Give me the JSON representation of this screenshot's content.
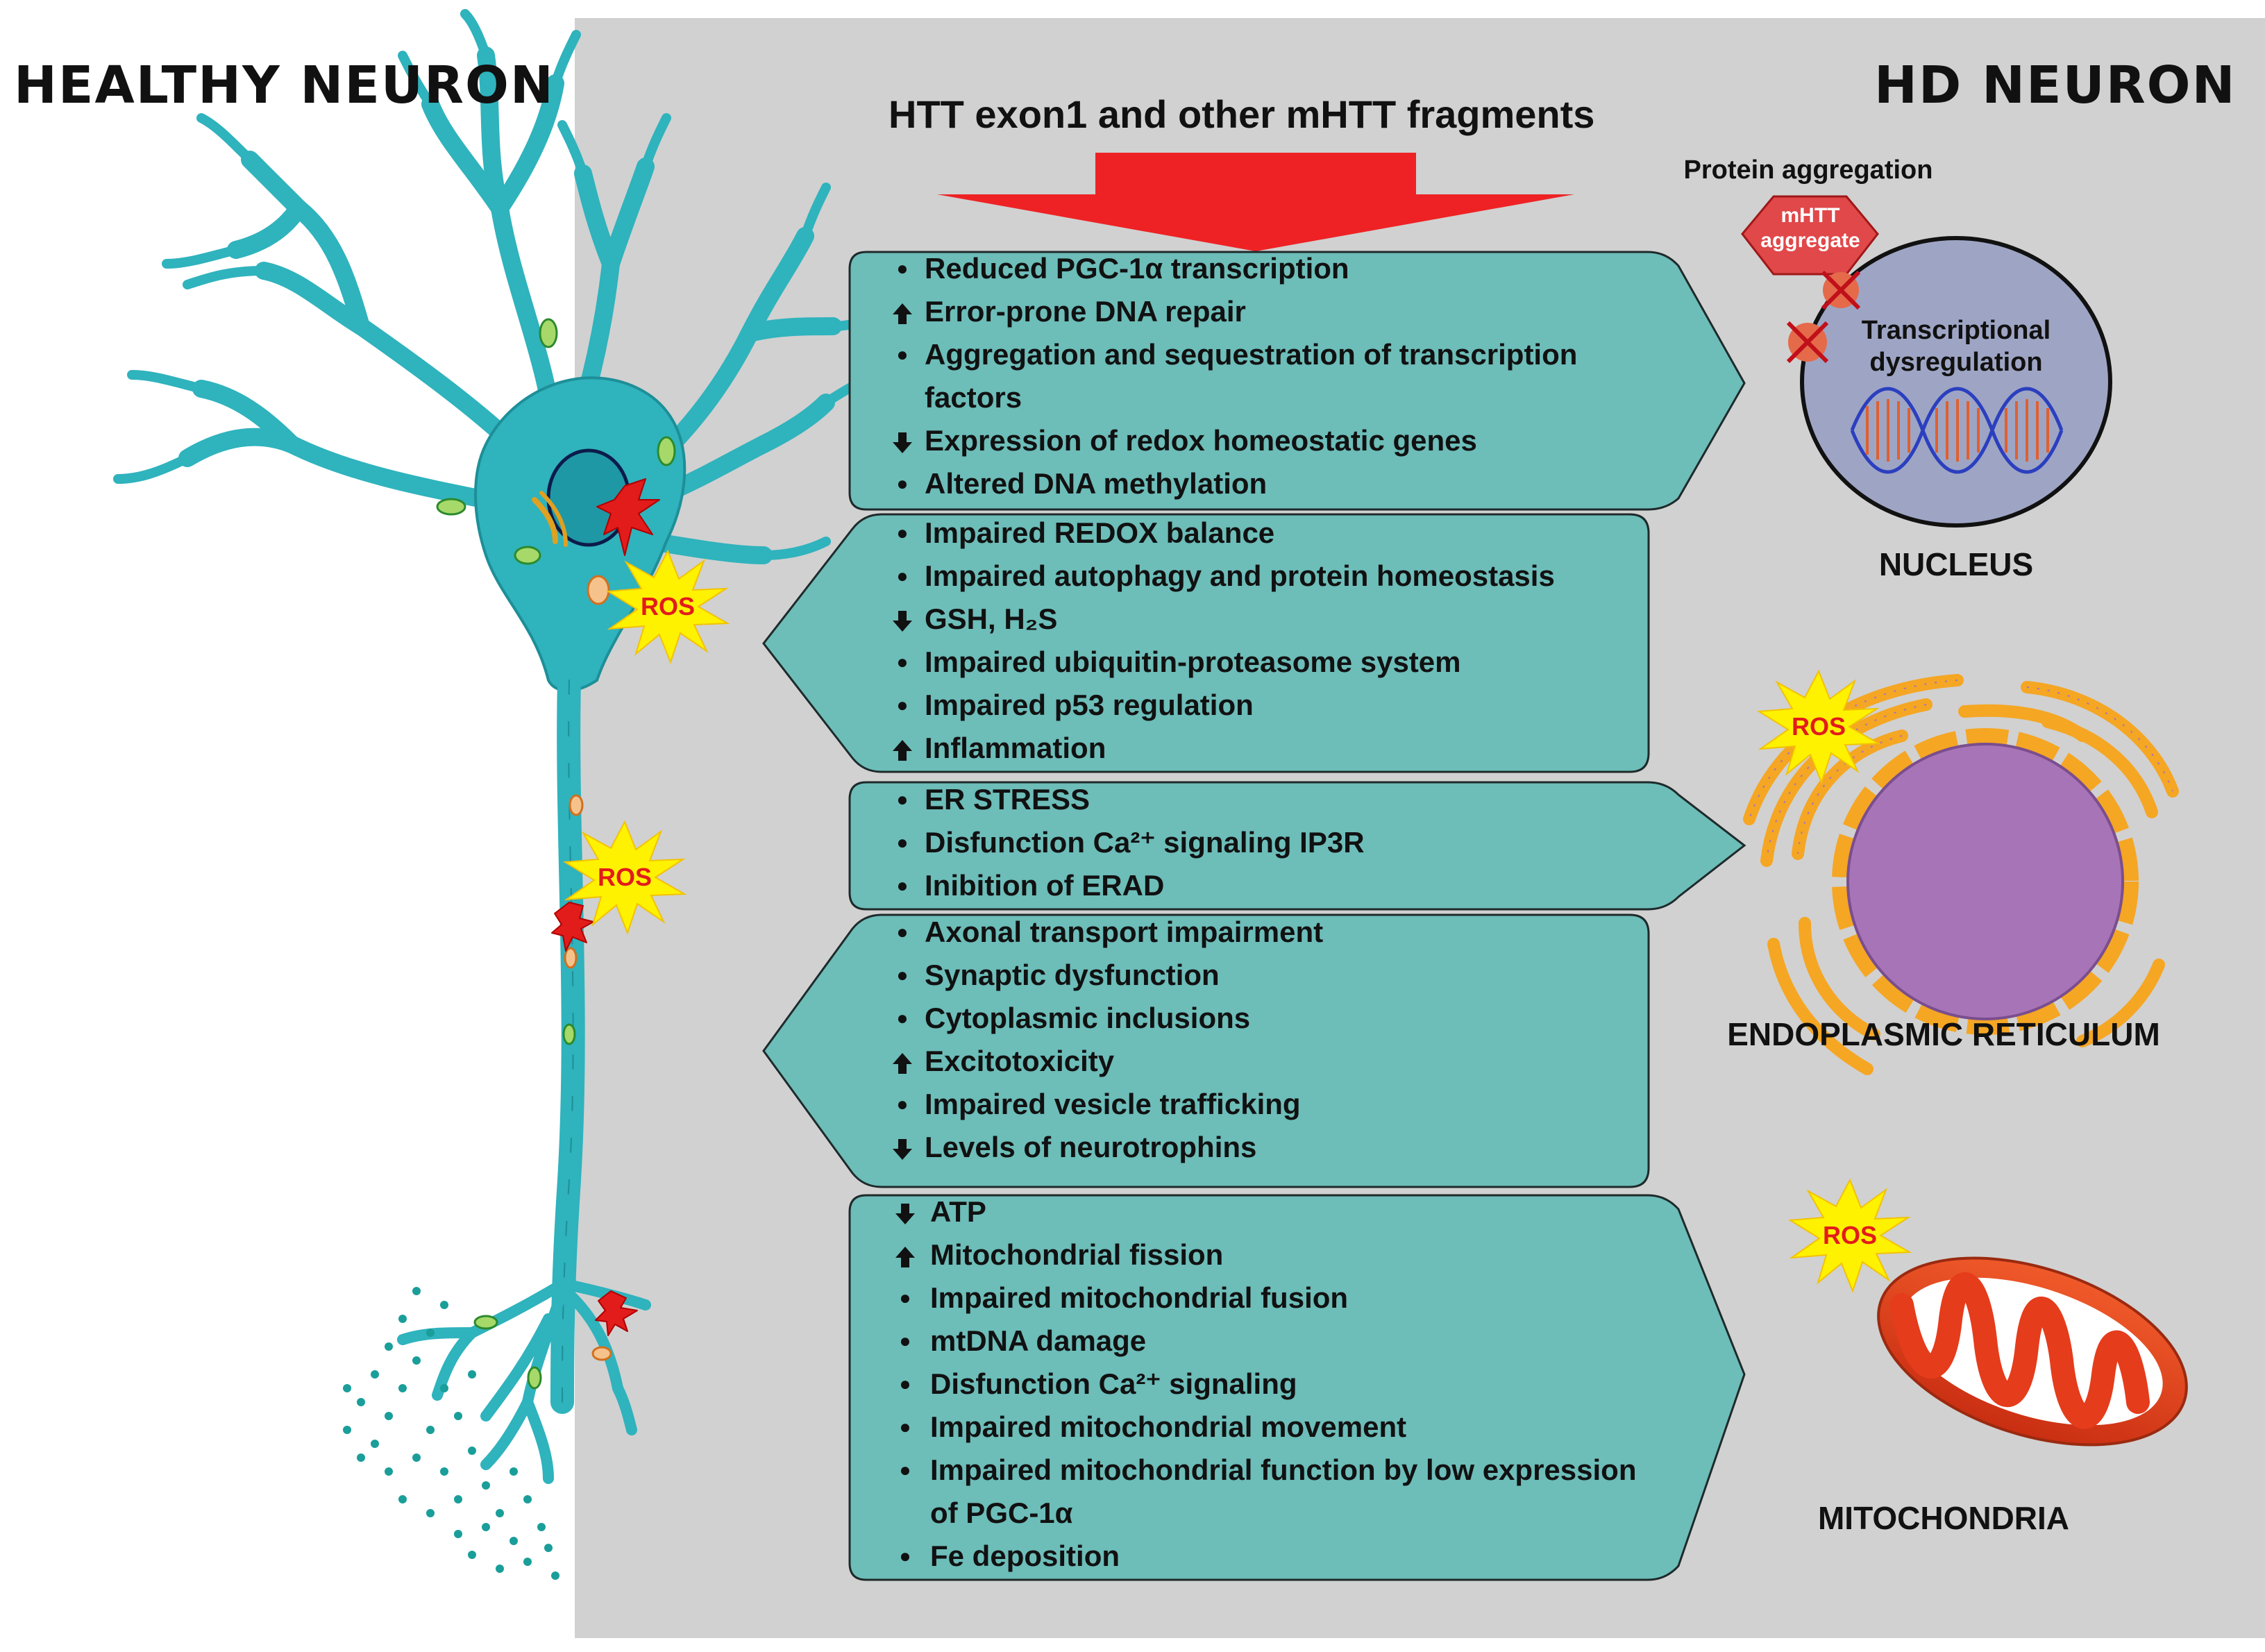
{
  "headers": {
    "healthy": "HEALTHY NEURON",
    "hd": "HD NEURON"
  },
  "top_title": "HTT exon1 and other mHTT fragments",
  "ros_label": "ROS",
  "panels": [
    {
      "items": [
        {
          "marker": "●",
          "text": "Reduced PGC-1α transcription"
        },
        {
          "marker": "up",
          "text": "Error-prone DNA repair"
        },
        {
          "marker": "●",
          "text": "Aggregation and sequestration of transcription"
        },
        {
          "marker": "",
          "text": "factors"
        },
        {
          "marker": "down",
          "text": "Expression of redox homeostatic genes"
        },
        {
          "marker": "●",
          "text": "Altered DNA methylation"
        }
      ]
    },
    {
      "items": [
        {
          "marker": "●",
          "text": "Impaired REDOX balance"
        },
        {
          "marker": "●",
          "text": "Impaired autophagy and protein homeostasis"
        },
        {
          "marker": "down",
          "text": "GSH, H₂S"
        },
        {
          "marker": "●",
          "text": "Impaired ubiquitin-proteasome system"
        },
        {
          "marker": "●",
          "text": "Impaired p53 regulation"
        },
        {
          "marker": "up",
          "text": "Inflammation"
        }
      ]
    },
    {
      "items": [
        {
          "marker": "●",
          "text": "ER STRESS"
        },
        {
          "marker": "●",
          "text": "Disfunction Ca²⁺ signaling IP3R"
        },
        {
          "marker": "●",
          "text": "Inibition of ERAD"
        }
      ]
    },
    {
      "items": [
        {
          "marker": "●",
          "text": "Axonal transport impairment"
        },
        {
          "marker": "●",
          "text": "Synaptic dysfunction"
        },
        {
          "marker": "●",
          "text": "Cytoplasmic inclusions"
        },
        {
          "marker": "up",
          "text": "Excitotoxicity"
        },
        {
          "marker": "●",
          "text": "Impaired vesicle trafficking"
        },
        {
          "marker": "down",
          "text": "Levels of neurotrophins"
        }
      ]
    },
    {
      "items": [
        {
          "marker": "down",
          "text": "ATP"
        },
        {
          "marker": "up",
          "text": "Mitochondrial fission"
        },
        {
          "marker": "●",
          "text": "Impaired mitochondrial fusion"
        },
        {
          "marker": "●",
          "text": "mtDNA damage"
        },
        {
          "marker": "●",
          "text": "Disfunction Ca²⁺ signaling"
        },
        {
          "marker": "●",
          "text": "Impaired mitochondrial movement"
        },
        {
          "marker": "●",
          "text": "Impaired mitochondrial function by low expression"
        },
        {
          "marker": "",
          "text": "of PGC-1α"
        },
        {
          "marker": "●",
          "text": "Fe deposition"
        }
      ]
    }
  ],
  "nucleus": {
    "protein_aggregation": "Protein aggregation",
    "aggregate_label_1": "mHTT",
    "aggregate_label_2": "aggregate",
    "dysreg_1": "Transcriptional",
    "dysreg_2": "dysregulation",
    "label": "NUCLEUS"
  },
  "er": {
    "label": "ENDOPLASMIC RETICULUM"
  },
  "mito": {
    "label": "MITOCHONDRIA"
  },
  "colors": {
    "gray_bg": "#d1d1d1",
    "panel_fill": "#6dbdb9",
    "arrow_red": "#ee2224",
    "neuron": "#2fb3bd",
    "ros_star": "#fff200",
    "nucleus_fill": "#9ea5c4",
    "er_orange": "#f5a623",
    "er_purple": "#a874b8",
    "mito_red": "#e53c1c"
  }
}
